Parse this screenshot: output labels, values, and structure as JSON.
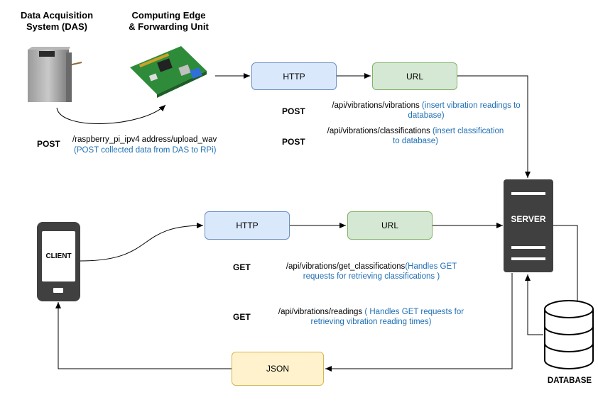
{
  "das": {
    "title_line1": "Data Acquisition",
    "title_line2": "System (DAS)"
  },
  "edge": {
    "title_line1": "Computing Edge",
    "title_line2": "& Forwarding Unit"
  },
  "upload": {
    "method": "POST",
    "path": "/raspberry_pi_ipv4 address/upload_wav",
    "note": "(POST collected data from DAS to RPi)"
  },
  "top_flow": {
    "http_label": "HTTP",
    "url_label": "URL",
    "routes": [
      {
        "method": "POST",
        "path": "/api/vibrations/vibrations",
        "note_line1": "(insert vibration readings to",
        "note_line2": "database)"
      },
      {
        "method": "POST",
        "path": "/api/vibrations/classifications",
        "note_line1": "(insert classification",
        "note_line2": "to database)"
      }
    ]
  },
  "server": {
    "label": "SERVER"
  },
  "database": {
    "label": "DATABASE"
  },
  "client": {
    "label": "CLIENT"
  },
  "bottom_flow": {
    "http_label": "HTTP",
    "url_label": "URL",
    "routes": [
      {
        "method": "GET",
        "path": "/api/vibrations/get_classifications",
        "note_line1": "(Handles GET",
        "note_line2": "requests for retrieving classifications )"
      },
      {
        "method": "GET",
        "path": "/api/vibrations/readings",
        "note_line1": "( Handles GET requests for",
        "note_line2": "retrieving vibration reading times)"
      }
    ]
  },
  "json_box": {
    "label": "JSON"
  },
  "colors": {
    "http_fill": "#dae8fc",
    "http_stroke": "#6c8ebf",
    "url_fill": "#d5e8d4",
    "url_stroke": "#82b366",
    "json_fill": "#fff2cc",
    "json_stroke": "#d6b656",
    "server_fill": "#404040",
    "note_text": "#1f6fb5"
  }
}
